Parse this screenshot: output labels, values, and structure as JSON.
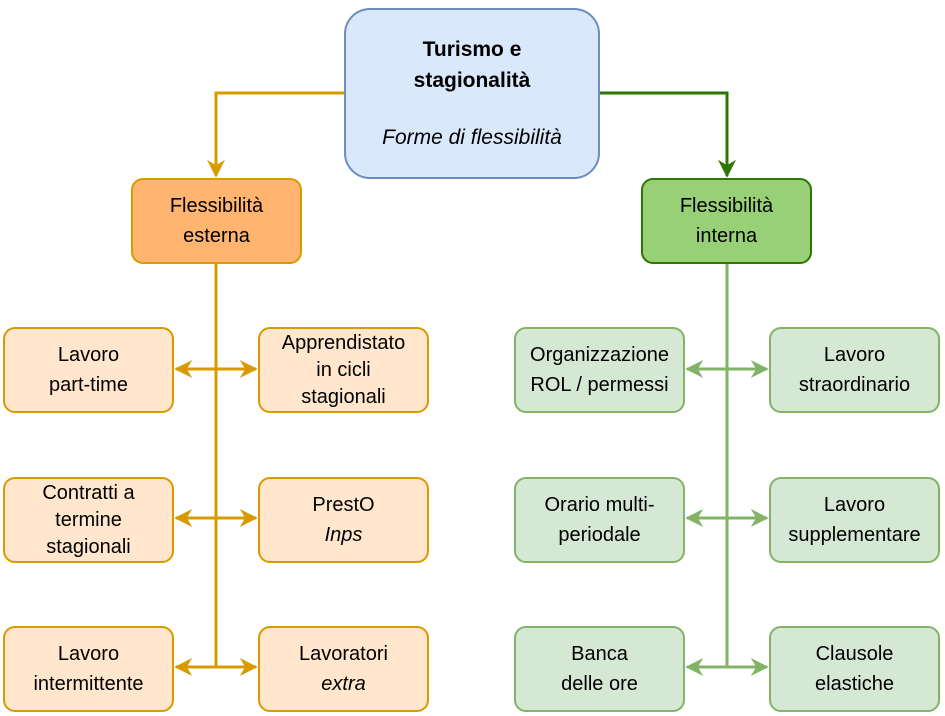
{
  "root": {
    "title_line1": "Turismo e",
    "title_line2": "stagionalità",
    "subtitle": "Forme di flessibilità"
  },
  "external": {
    "heading_line1": "Flessibilità",
    "heading_line2": "esterna",
    "color": "#ffb570",
    "stroke": "#d79b00",
    "items": [
      {
        "lines": [
          "Lavoro",
          "part-time"
        ]
      },
      {
        "lines": [
          "Apprendistato",
          "in cicli",
          "stagionali"
        ]
      },
      {
        "lines": [
          "Contratti a",
          "termine",
          "stagionali"
        ]
      },
      {
        "lines": [
          "PrestO",
          "Inps"
        ],
        "italic_line": 1
      },
      {
        "lines": [
          "Lavoro",
          "intermittente"
        ]
      },
      {
        "lines": [
          "Lavoratori",
          "extra"
        ],
        "italic_line": 1
      }
    ]
  },
  "internal": {
    "heading_line1": "Flessibilità",
    "heading_line2": "interna",
    "color": "#97d077",
    "stroke": "#2d7600",
    "items": [
      {
        "lines": [
          "Organizzazione",
          "ROL / permessi"
        ]
      },
      {
        "lines": [
          "Lavoro",
          "straordinario"
        ]
      },
      {
        "lines": [
          "Orario multi-",
          "periodale"
        ]
      },
      {
        "lines": [
          "Lavoro",
          "supplementare"
        ]
      },
      {
        "lines": [
          "Banca",
          "delle ore"
        ]
      },
      {
        "lines": [
          "Clausole",
          "elastiche"
        ]
      }
    ]
  }
}
